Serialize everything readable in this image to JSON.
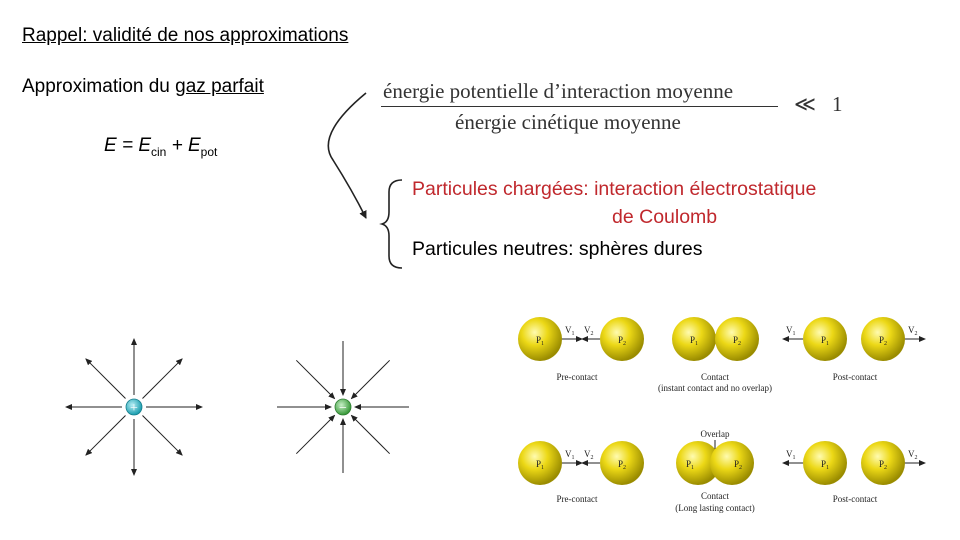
{
  "slide": {
    "title": "Rappel: validité de nos approximations",
    "approx_prefix": "Approximation du ",
    "approx_link": "gaz parfait",
    "eq": {
      "lhs": "E = E",
      "cin_sub": "cin",
      "plus": " + E",
      "pot_sub": "pot"
    },
    "fraction": {
      "numerator": "énergie potentielle d’interaction moyenne",
      "denominator": "énergie cinétique moyenne",
      "relation": "≪",
      "rhs": "1"
    },
    "cases": {
      "charged_line1": "Particules chargées: interaction électrostatique",
      "charged_line2": "de Coulomb",
      "neutral": "Particules neutres: sphères dures"
    },
    "charges": {
      "positive_sign": "+",
      "negative_sign": "−",
      "positive_color": "#2bb5c5",
      "negative_color": "#4caf50"
    },
    "collision": {
      "p1": "P",
      "p1_sub": "1",
      "p2": "P",
      "p2_sub": "2",
      "v1": "V",
      "v1_sub": "1",
      "v2": "V",
      "v2_sub": "2",
      "row1_pre": "Pre-contact",
      "row1_contact": "Contact",
      "row1_contact_note": "(instant contact and no overlap)",
      "row1_post": "Post-contact",
      "overlap": "Overlap",
      "row2_pre": "Pre-contact",
      "row2_contact": "Contact",
      "row2_contact_note": "(Long lasting contact)",
      "row2_post": "Post-contact",
      "sphere_color": "#e6d300"
    }
  }
}
